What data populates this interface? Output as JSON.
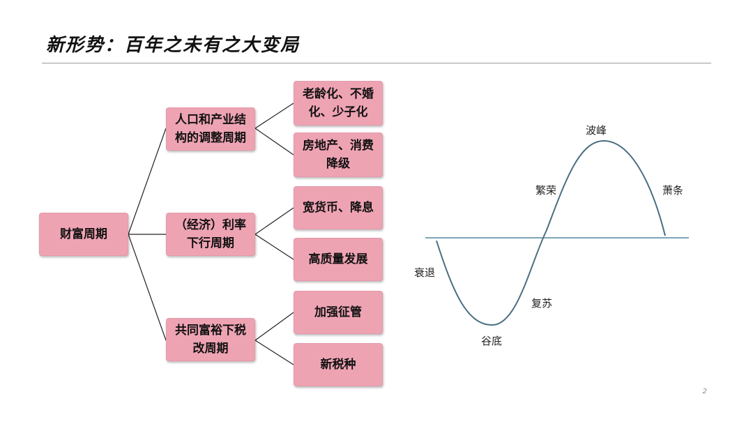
{
  "title": "新形势：百年之未有之大变局",
  "tree": {
    "root": "财富周期",
    "branches": [
      {
        "label": "人口和产业结构的调整周期",
        "leaves": [
          "老龄化、不婚化、少子化",
          "房地产、消费降级"
        ]
      },
      {
        "label": "（经济）利率下行周期",
        "leaves": [
          "宽货币、降息",
          "高质量发展"
        ]
      },
      {
        "label": "共同富裕下税改周期",
        "leaves": [
          "加强征管",
          "新税种"
        ]
      }
    ]
  },
  "wave": {
    "labels": {
      "recession": "衰退",
      "trough": "谷底",
      "recovery": "复苏",
      "prosperity": "繁荣",
      "peak": "波峰",
      "depression": "萧条"
    },
    "colors": {
      "curve": "#4a6e80",
      "axis": "#2e6d8a"
    }
  },
  "page_number": "2"
}
